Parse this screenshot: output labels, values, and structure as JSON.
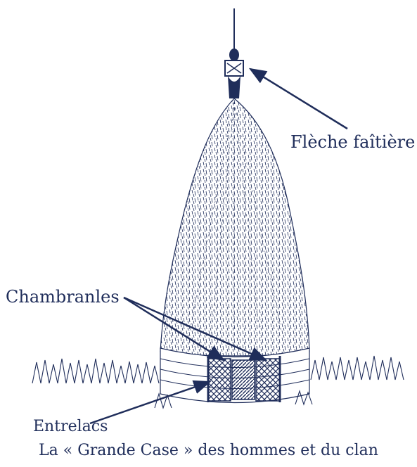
{
  "labels": {
    "fleche": "Flèche faîtière",
    "chambranles": "Chambranles",
    "entrelacs": "Entrelacs"
  },
  "caption": "La « Grande Case » des hommes et du clan",
  "colors": {
    "ink": "#1f2d5a",
    "background": "#ffffff"
  }
}
